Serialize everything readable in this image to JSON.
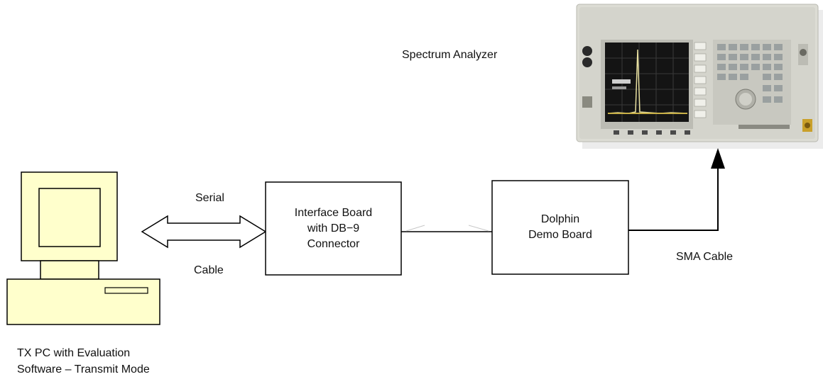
{
  "labels": {
    "spectrum_analyzer": "Spectrum Analyzer",
    "serial": "Serial",
    "cable": "Cable",
    "sma_cable": "SMA Cable",
    "tx_pc_line1": "TX PC with Evaluation",
    "tx_pc_line2": "Software – Transmit Mode"
  },
  "interface_board": {
    "line1": "Interface Board",
    "line2": "with DB−9",
    "line3": "Connector"
  },
  "demo_board": {
    "line1": "Dolphin",
    "line2": "Demo Board"
  },
  "colors": {
    "line": "#000000",
    "pc_body": "#ffffcc",
    "analyzer_body": "#d8d8d0",
    "analyzer_screen": "#1a1a1a",
    "trace": "#e8e0a0"
  },
  "icons": {
    "pc": "desktop-computer-icon",
    "analyzer": "spectrum-analyzer-icon"
  }
}
